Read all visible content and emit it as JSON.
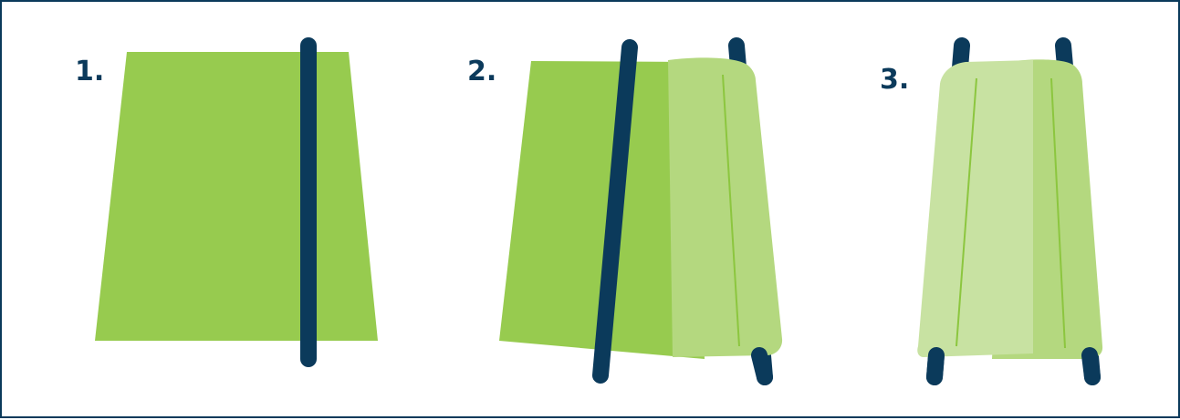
{
  "steps": [
    {
      "label": "1."
    },
    {
      "label": "2."
    },
    {
      "label": "3."
    }
  ],
  "colors": {
    "fabric_dark": "#97cb4f",
    "fabric_light": "#b4d87f",
    "fabric_lighter": "#c8e2a2",
    "fold_line": "#8cc63f",
    "pole": "#0b3a5b",
    "border": "#0b3a5b",
    "background": "#ffffff"
  }
}
